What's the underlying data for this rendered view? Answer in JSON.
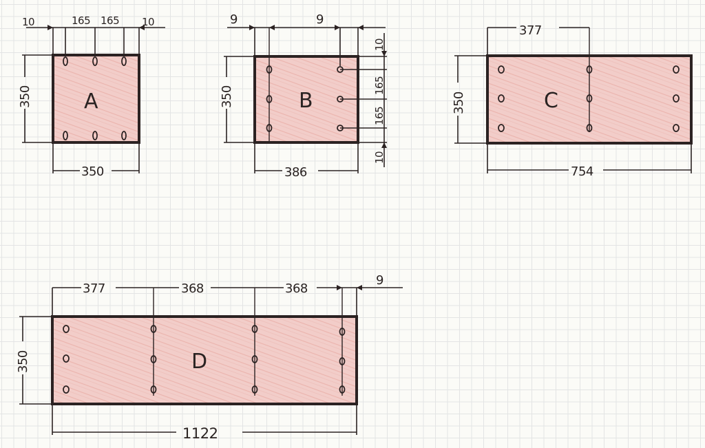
{
  "plates": [
    {
      "letter": "A",
      "height_label": "350",
      "width_label": "350",
      "top_labels": [
        "10",
        "165",
        "165",
        "10"
      ]
    },
    {
      "letter": "B",
      "height_label": "350",
      "width_label": "386",
      "top_labels": [
        "9",
        "9"
      ],
      "right_labels": [
        "10",
        "165",
        "165",
        "10"
      ]
    },
    {
      "letter": "C",
      "height_label": "350",
      "width_label": "754",
      "top_labels": [
        "377"
      ]
    },
    {
      "letter": "D",
      "height_label": "350",
      "width_label": "1122",
      "top_labels": [
        "377",
        "368",
        "368",
        "9"
      ]
    }
  ],
  "colors": {
    "ink": "#2b2222",
    "fill": "#f0c4c0",
    "grid": "#e3e4e4"
  }
}
